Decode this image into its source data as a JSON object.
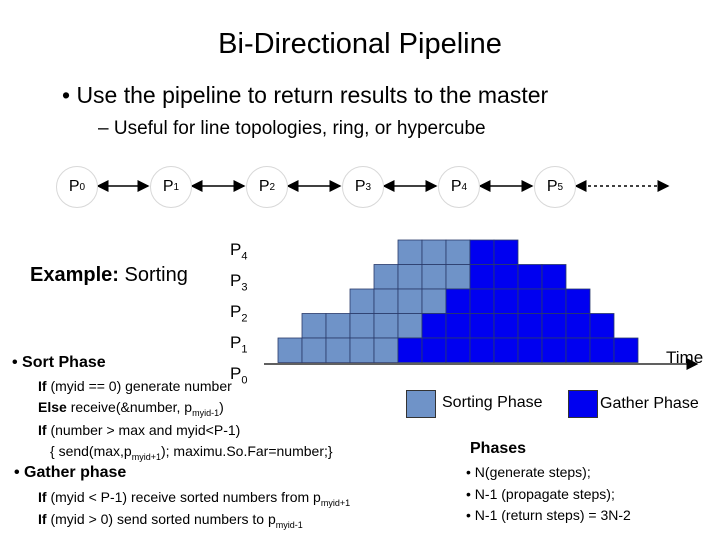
{
  "title": "Bi-Directional Pipeline",
  "bullet1": "• Use the pipeline to return results to the master",
  "sub_bullet1": "– Useful for line topologies, ring, or hypercube",
  "processors": [
    {
      "p": "P",
      "s": "0"
    },
    {
      "p": "P",
      "s": "1"
    },
    {
      "p": "P",
      "s": "2"
    },
    {
      "p": "P",
      "s": "3"
    },
    {
      "p": "P",
      "s": "4"
    },
    {
      "p": "P",
      "s": "5"
    }
  ],
  "example": {
    "bold": "Example:",
    "rest": " Sorting"
  },
  "y_labels": [
    {
      "p": "P",
      "s": "4"
    },
    {
      "p": "P",
      "s": "3"
    },
    {
      "p": "P",
      "s": "2"
    },
    {
      "p": "P",
      "s": "1"
    },
    {
      "p": "P",
      "s": "0"
    }
  ],
  "time_label": "Time",
  "sort_phase": "• Sort Phase",
  "code": {
    "line1": {
      "kw": "If",
      "text": " (myid == 0) generate number"
    },
    "line2": {
      "kw": "Else",
      "text": " receive(&number, p",
      "sub": "myid-1",
      "tail": ")"
    },
    "line3": {
      "kw": "If",
      "text": " (number > max and myid<P-1)"
    },
    "line4": {
      "text": "{ send(max,p",
      "sub": "myid+1",
      "tail": "); maximu.So.Far=number;}"
    }
  },
  "gather_phase": "• Gather phase",
  "gather_code": {
    "line1": {
      "kw": "If",
      "text": " (myid < P-1) receive sorted numbers from p",
      "sub": "myid+1"
    },
    "line2": {
      "kw": "If",
      "text": " (myid > 0) send sorted numbers to p",
      "sub": "myid-1"
    }
  },
  "legend": {
    "sorting": "Sorting Phase",
    "gather": "Gather Phase"
  },
  "colors": {
    "sorting": "#6f93c8",
    "gather": "#0000f0",
    "grid_line": "#2a3a6a"
  },
  "phases": {
    "heading": "Phases",
    "items": [
      "• N(generate steps);",
      "• N-1 (propagate steps);",
      "• N-1 (return steps) = 3N-2"
    ]
  },
  "chart_data": {
    "type": "heatmap",
    "rows": [
      "P4",
      "P3",
      "P2",
      "P1",
      "P0"
    ],
    "cells_per_row": [
      {
        "row": "P4",
        "sorting_cells": 3,
        "gather_cells": 2
      },
      {
        "row": "P3",
        "sorting_cells": 4,
        "gather_cells": 4
      },
      {
        "row": "P2",
        "sorting_cells": 4,
        "gather_cells": 6
      },
      {
        "row": "P1",
        "sorting_cells": 5,
        "gather_cells": 8
      },
      {
        "row": "P0",
        "sorting_cells": 5,
        "gather_cells": 10
      }
    ],
    "xlabel": "Time"
  }
}
